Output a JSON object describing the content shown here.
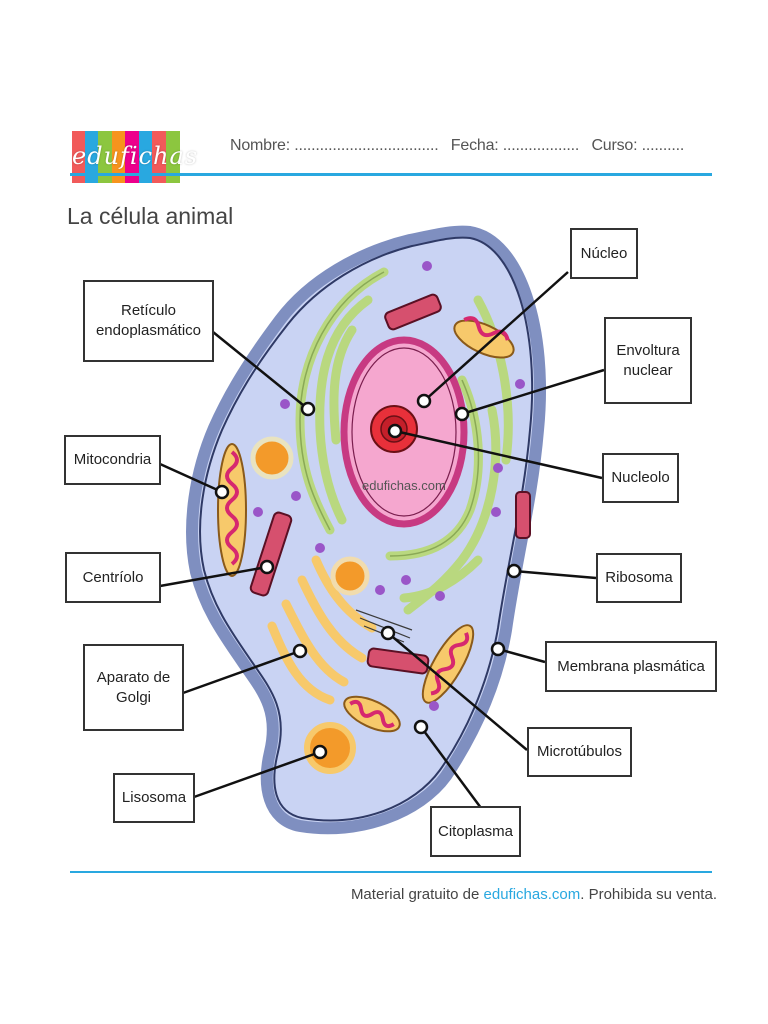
{
  "brand": {
    "logo_text": "edufichas",
    "tile_colors": [
      "#f15a5a",
      "#29a8e0",
      "#8cc63f",
      "#f7941d",
      "#ec008c",
      "#29a8e0",
      "#f15a5a",
      "#8cc63f"
    ]
  },
  "header": {
    "name_label": "Nombre: ..................................",
    "date_label": "Fecha: ..................",
    "course_label": "Curso: .........."
  },
  "title": "La célula animal",
  "watermark": "edufichas.com",
  "labels": {
    "nucleo": "Núcleo",
    "envoltura": "Envoltura nuclear",
    "nucleolo": "Nucleolo",
    "ribosoma": "Ribosoma",
    "membrana": "Membrana plasmática",
    "microtubulos": "Microtúbulos",
    "citoplasma": "Citoplasma",
    "reticulo": "Retículo endoplasmático",
    "mitocondria": "Mitocondria",
    "centriolo": "Centríolo",
    "golgi": "Aparato de Golgi",
    "lisosoma": "Lisosoma"
  },
  "footer": {
    "prefix": "Material gratuito de ",
    "link": "edufichas.com",
    "suffix": ". Prohibida su venta."
  },
  "colors": {
    "accent": "#29a8e0",
    "membrane": "#7f8fc0",
    "cytoplasm": "#c9d3f3",
    "nucleus": "#f5a7cf",
    "nucleolus": "#e8303a",
    "er": "#b9d87f",
    "golgi": "#f7c96b",
    "mitochondria": "#f08db5",
    "lysosome": "#f39a2a",
    "ribosome": "#9a56c8"
  }
}
